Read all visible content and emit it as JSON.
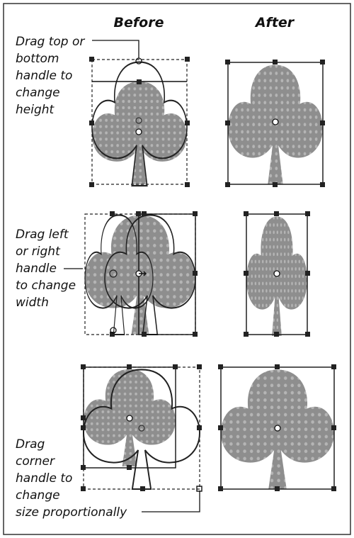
{
  "headers": {
    "before": "Before",
    "after": "After"
  },
  "captions": {
    "height": [
      "Drag top or",
      "bottom",
      "handle to",
      "change",
      "height"
    ],
    "width": [
      "Drag left",
      "or right",
      "handle",
      "to change",
      "width"
    ],
    "corner": [
      "Drag",
      "corner",
      "handle to",
      "change",
      "size proportionally"
    ]
  },
  "colors": {
    "shape_fill": "#8e8e8e",
    "frame_border": "#333333",
    "handle": "#222222"
  }
}
